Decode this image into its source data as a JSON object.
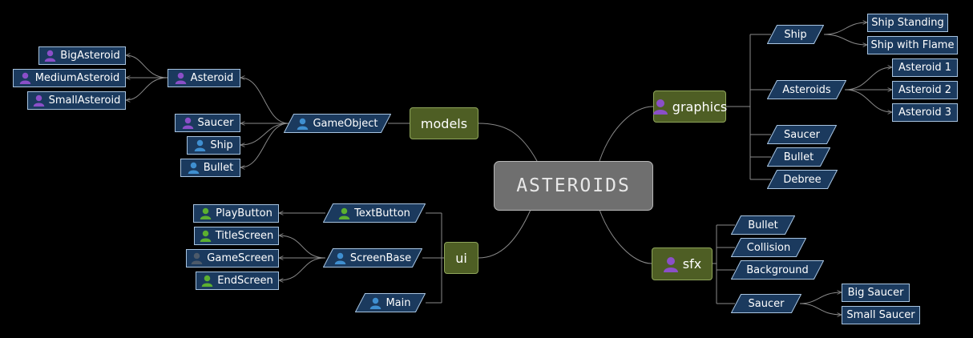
{
  "central": {
    "label": "ASTEROIDS"
  },
  "colors": {
    "background": "#000000",
    "node_fill": "#1b3a5e",
    "node_border": "#a8c4e0",
    "main_fill": "#4e5e24",
    "central_fill": "#6f6f6f",
    "connector": "#8a8a8a",
    "icon_purple": "#8b4fc8",
    "icon_blue": "#3f8fd0",
    "icon_green": "#5cb030",
    "icon_gray": "#4c5a6a"
  },
  "branches": {
    "models": {
      "label": "models",
      "gameobject": "GameObject",
      "asteroid": "Asteroid",
      "big_asteroid": "BigAsteroid",
      "medium_asteroid": "MediumAsteroid",
      "small_asteroid": "SmallAsteroid",
      "saucer": "Saucer",
      "ship": "Ship",
      "bullet": "Bullet"
    },
    "ui": {
      "label": "ui",
      "textbutton": "TextButton",
      "screenbase": "ScreenBase",
      "main": "Main",
      "playbutton": "PlayButton",
      "titlescreen": "TitleScreen",
      "gamescreen": "GameScreen",
      "endscreen": "EndScreen"
    },
    "graphics": {
      "label": "graphics",
      "ship": "Ship",
      "ship_standing": "Ship Standing",
      "ship_with_flame": "Ship with Flame",
      "asteroids": "Asteroids",
      "asteroid_1": "Asteroid 1",
      "asteroid_2": "Asteroid 2",
      "asteroid_3": "Asteroid 3",
      "saucer": "Saucer",
      "bullet": "Bullet",
      "debree": "Debree"
    },
    "sfx": {
      "label": "sfx",
      "bullet": "Bullet",
      "collision": "Collision",
      "background": "Background",
      "saucer": "Saucer",
      "big_saucer": "Big Saucer",
      "small_saucer": "Small Saucer"
    }
  }
}
